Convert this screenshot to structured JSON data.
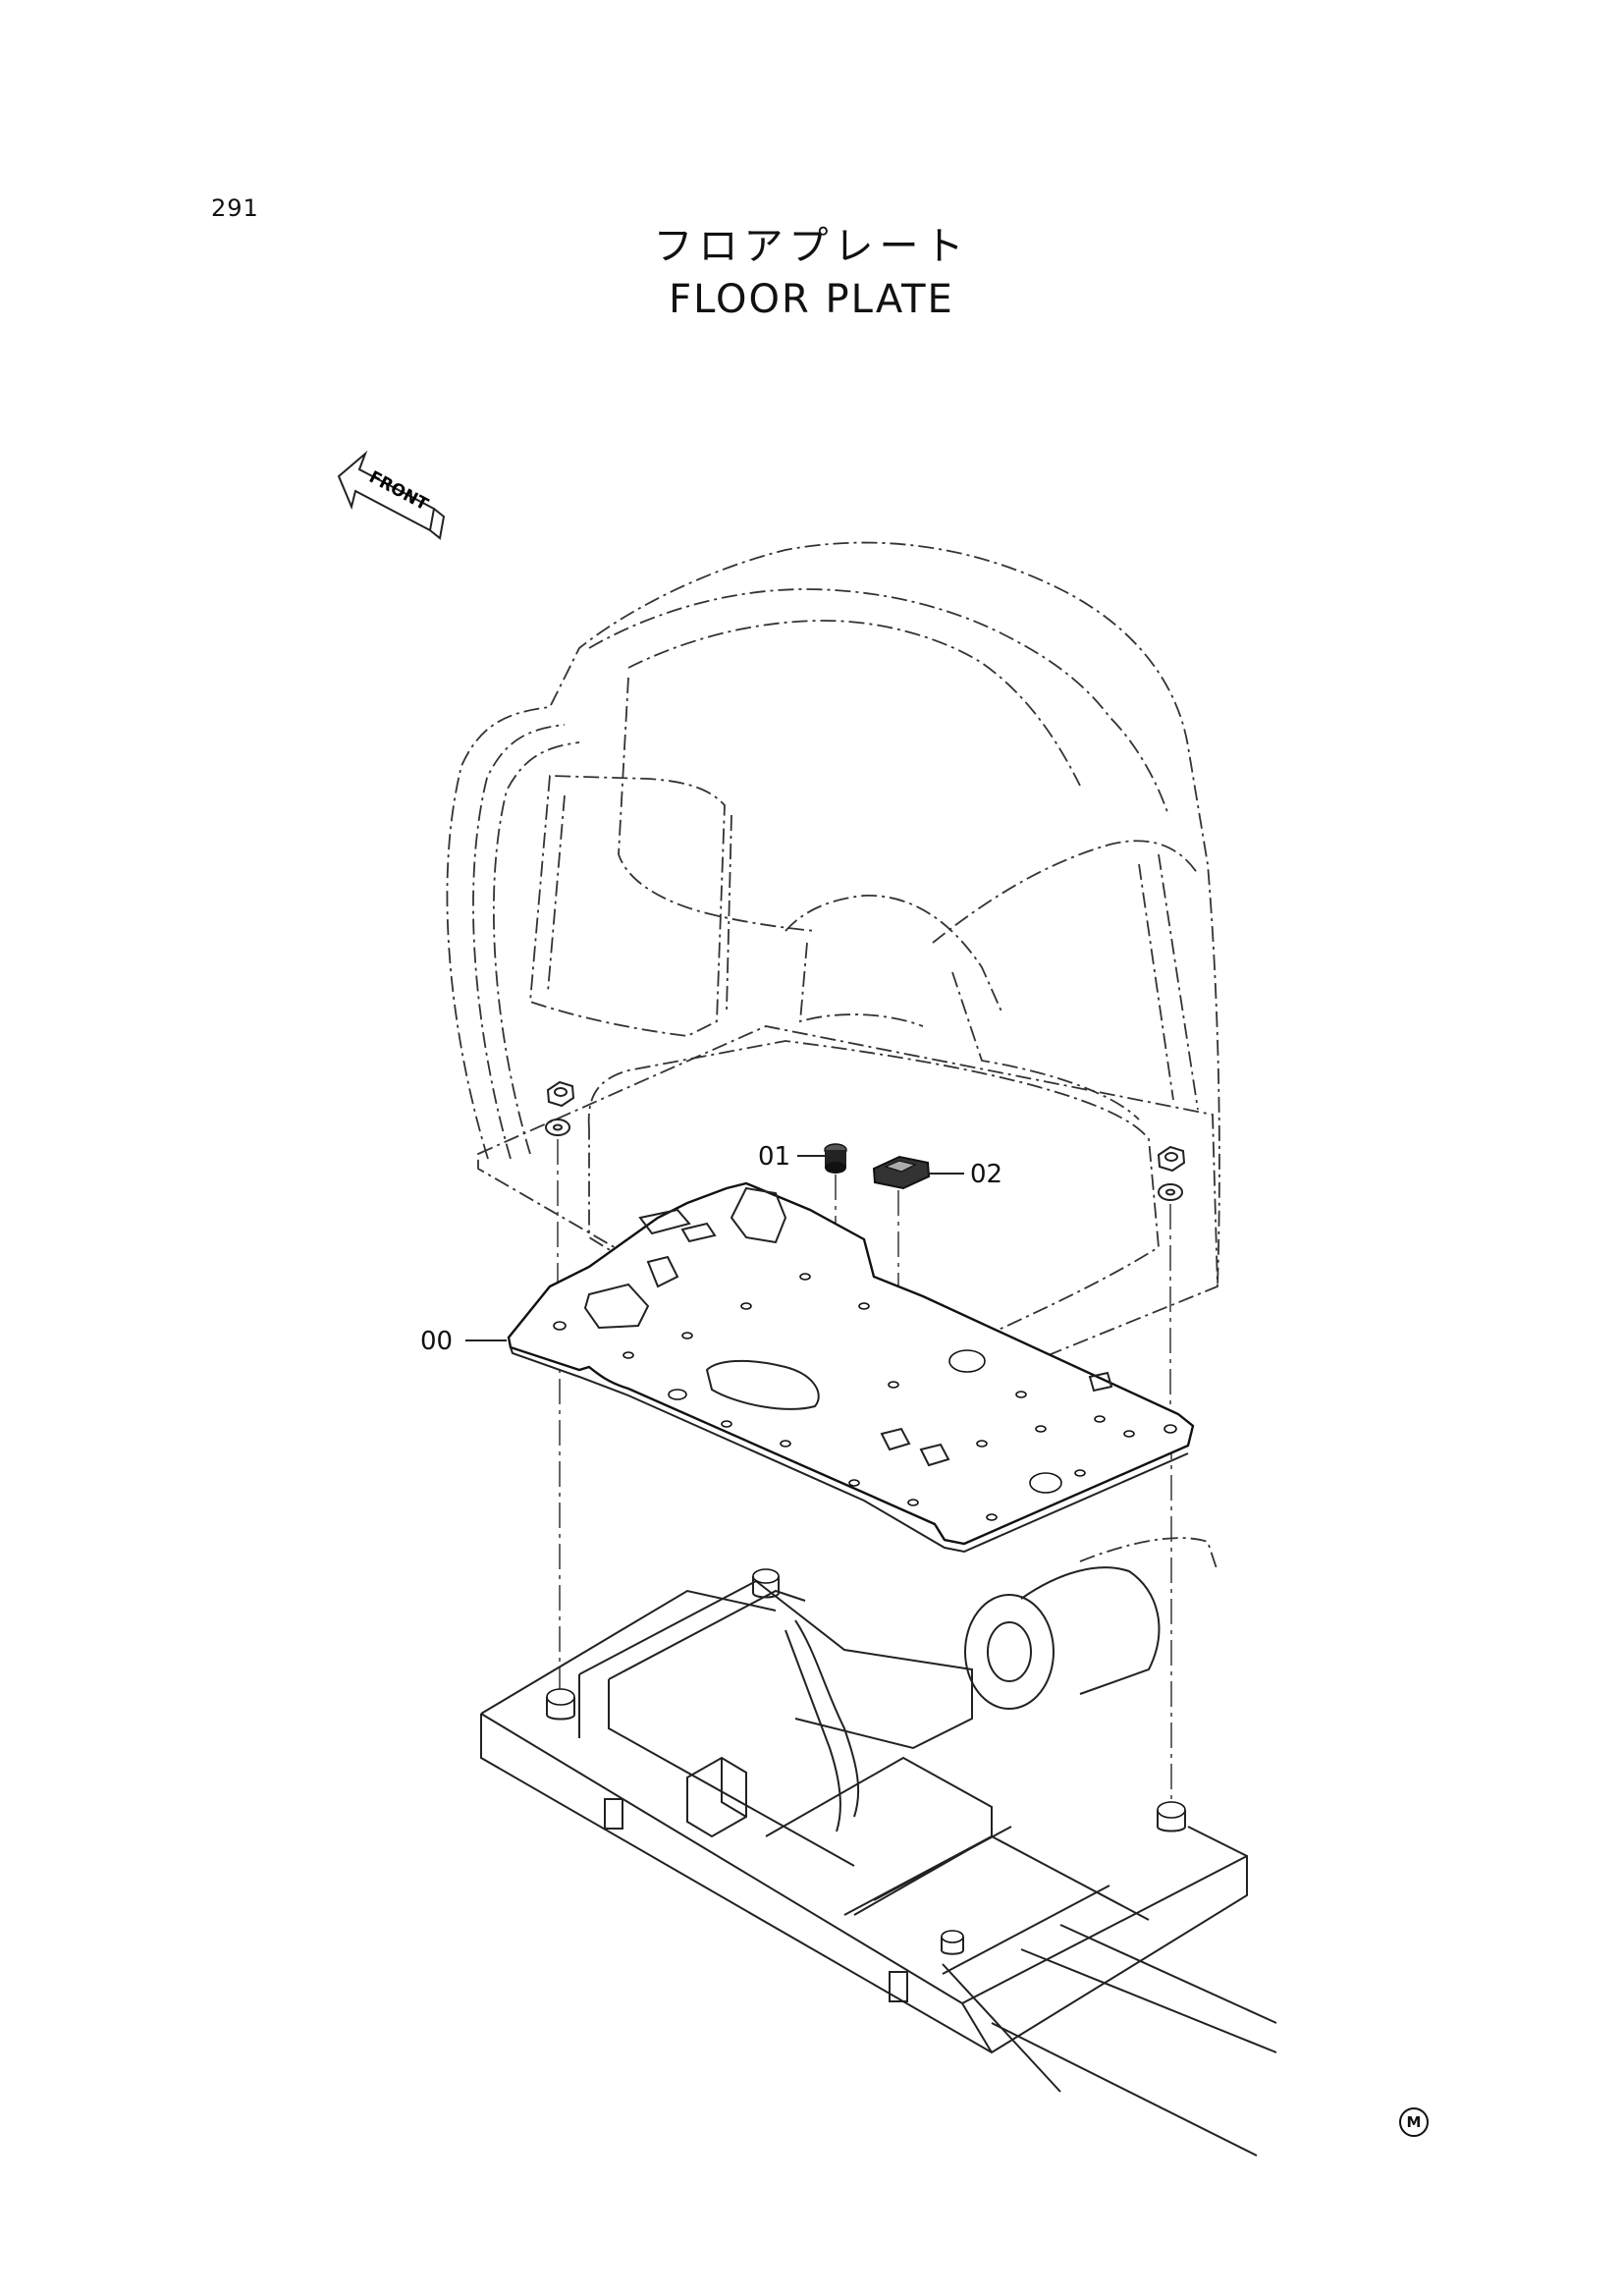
{
  "page": {
    "number": "291"
  },
  "title": {
    "japanese": "フロアプレート",
    "english": "FLOOR PLATE"
  },
  "direction_arrow": {
    "label": "FRONT",
    "icon": "front-arrow-icon"
  },
  "callouts": [
    {
      "id": "00",
      "label": "00",
      "part": "floor-plate"
    },
    {
      "id": "01",
      "label": "01",
      "part": "plug"
    },
    {
      "id": "02",
      "label": "02",
      "part": "grommet"
    }
  ],
  "footer_mark": {
    "label": "M"
  }
}
